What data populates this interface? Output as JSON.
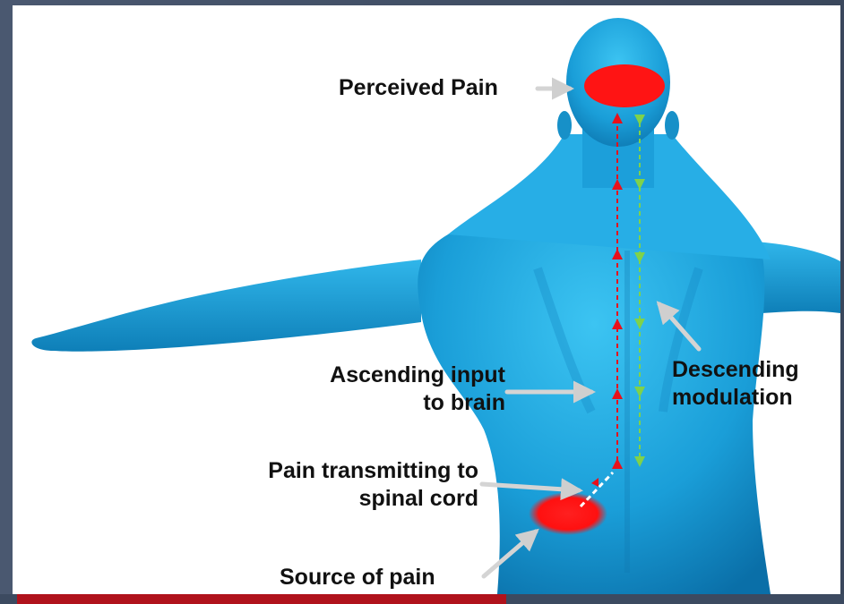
{
  "labels": {
    "perceived_pain": "Perceived Pain",
    "ascending_line1": "Ascending input",
    "ascending_line2": "to brain",
    "descending_line1": "Descending",
    "descending_line2": "modulation",
    "transmitting_line1": "Pain transmitting to",
    "transmitting_line2": "spinal cord",
    "source": "Source of pain"
  },
  "colors": {
    "body": "#1ea6e0",
    "pain": "#ff1a1a",
    "ascending": "#e8101a",
    "descending": "#7fd24a",
    "pointer": "#d7d7d7"
  }
}
